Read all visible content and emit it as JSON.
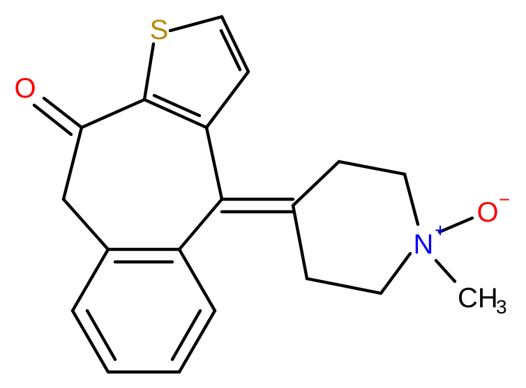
{
  "molecule": {
    "atom_labels": {
      "sulfur": "S",
      "ketone_oxygen": "O",
      "oxide_oxygen": "O",
      "oxide_charge": "−",
      "nitrogen": "N",
      "nitrogen_charge": "+",
      "methyl": "CH",
      "methyl_subscript": "3"
    },
    "colors": {
      "bond": "#000000",
      "sulfur": "#b8860b",
      "oxygen": "#ff0000",
      "nitrogen": "#0000ff",
      "carbon": "#000000"
    }
  }
}
